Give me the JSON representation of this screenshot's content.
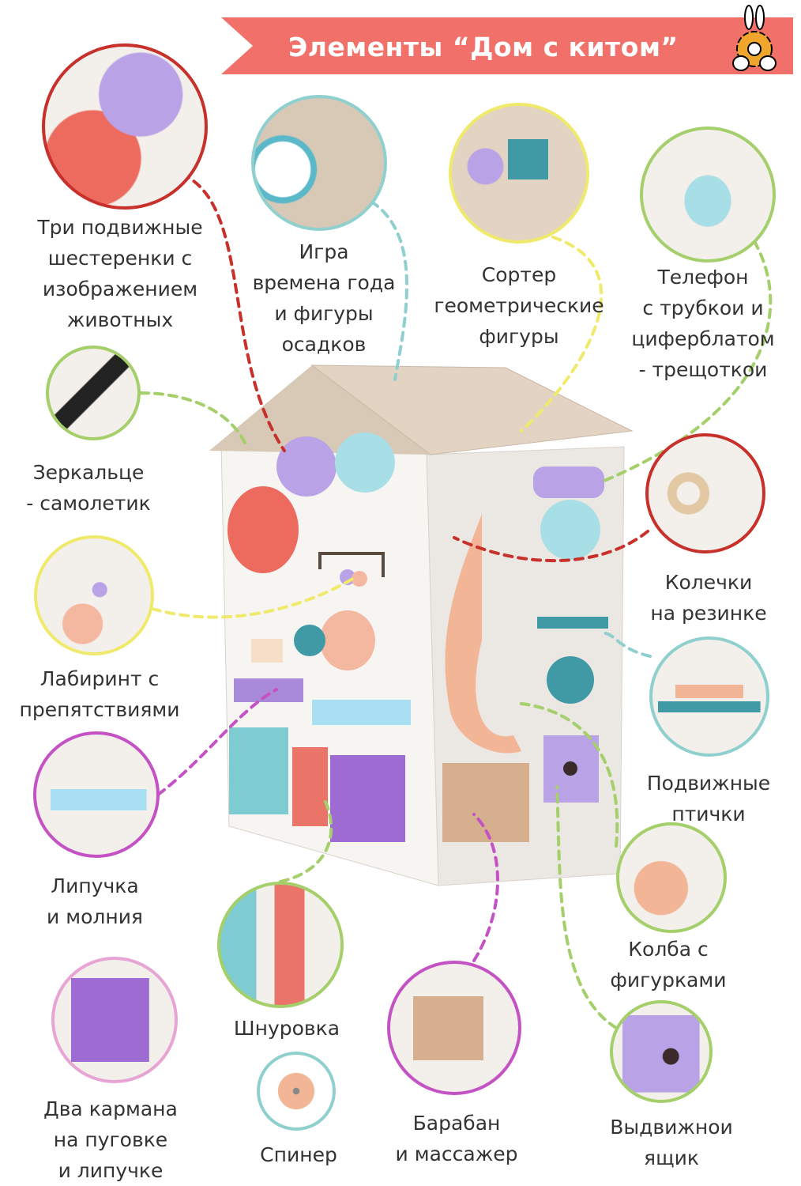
{
  "title": "Элементы “Дом с китом”",
  "colors": {
    "banner": "#f2706a",
    "red": "#c8312b",
    "teal": "#8fd0cf",
    "yellow": "#f0ea6c",
    "green": "#a4cf6a",
    "magenta": "#c452c4"
  },
  "labels": {
    "gears": [
      "Три подвижные",
      "шестеренки с",
      "изображением",
      "животных"
    ],
    "seasons": [
      "Игра",
      "времена года",
      "и фигуры",
      "осадков"
    ],
    "sorter": [
      "Сортер",
      "геометрические",
      "фигуры"
    ],
    "phone": [
      "Телефон",
      "с трубкои и",
      "циферблатом",
      "- трещоткои"
    ],
    "mirror": [
      "Зеркальце",
      "- самолетик"
    ],
    "rings": [
      "Колечки",
      "на резинке"
    ],
    "maze": [
      "Лабиринт с",
      "препятствиями"
    ],
    "birds": [
      "Подвижные",
      "птички"
    ],
    "velcro": [
      "Липучка",
      "и молния"
    ],
    "flask": [
      "Колба с",
      "фигурками"
    ],
    "lacing": [
      "Шнуровка"
    ],
    "pockets": [
      "Два кармана",
      "на пуговке",
      "и липучке"
    ],
    "spinner": [
      "Спинер"
    ],
    "drum": [
      "Барабан",
      "и массажер"
    ],
    "drawer": [
      "Выдвижнои",
      "ящик"
    ]
  }
}
